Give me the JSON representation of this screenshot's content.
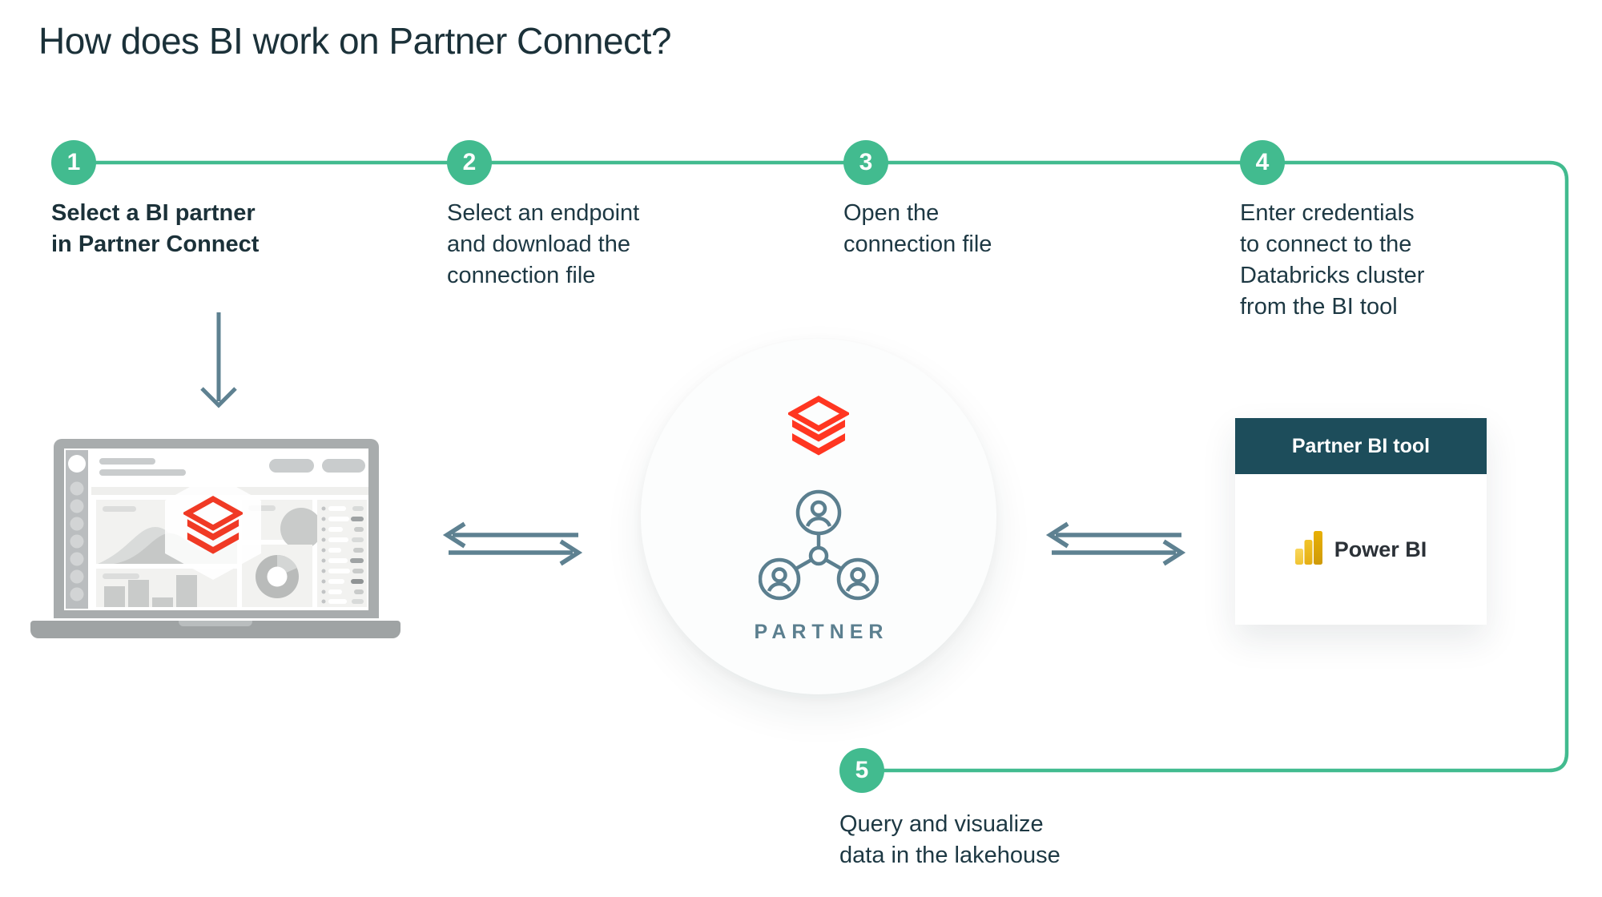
{
  "title": "How does BI work on Partner Connect?",
  "steps": [
    {
      "number": "1",
      "text": "Select a BI partner\nin Partner Connect",
      "emphasis": "bold"
    },
    {
      "number": "2",
      "text": "Select an endpoint\nand download the\nconnection file",
      "emphasis": "regular"
    },
    {
      "number": "3",
      "text": "Open the\nconnection file",
      "emphasis": "regular"
    },
    {
      "number": "4",
      "text": "Enter credentials\nto connect to the\nDatabricks cluster\nfrom the BI tool",
      "emphasis": "regular"
    },
    {
      "number": "5",
      "text": "Query and visualize\ndata in the lakehouse",
      "emphasis": "regular"
    }
  ],
  "partner_hub": {
    "label": "PARTNER"
  },
  "partner_bi_tool": {
    "header": "Partner BI tool",
    "tool_name": "Power BI"
  },
  "icons": {
    "databricks_logo": "databricks-stacked-layers-logo",
    "partner_network": "partner-network-people-icon",
    "power_bi": "power-bi-bars-icon",
    "down_arrow": "down-arrow-icon",
    "exchange_arrows": "bidirectional-arrows-icon",
    "laptop": "laptop-dashboard-illustration"
  },
  "colors": {
    "accent_green": "#42bb8f",
    "ink_navy": "#1b3139",
    "slate_blue": "#5e8191",
    "header_teal": "#1d4d5b",
    "databricks_red": "#ff3621",
    "power_bi_yellow": "#f2c811"
  }
}
